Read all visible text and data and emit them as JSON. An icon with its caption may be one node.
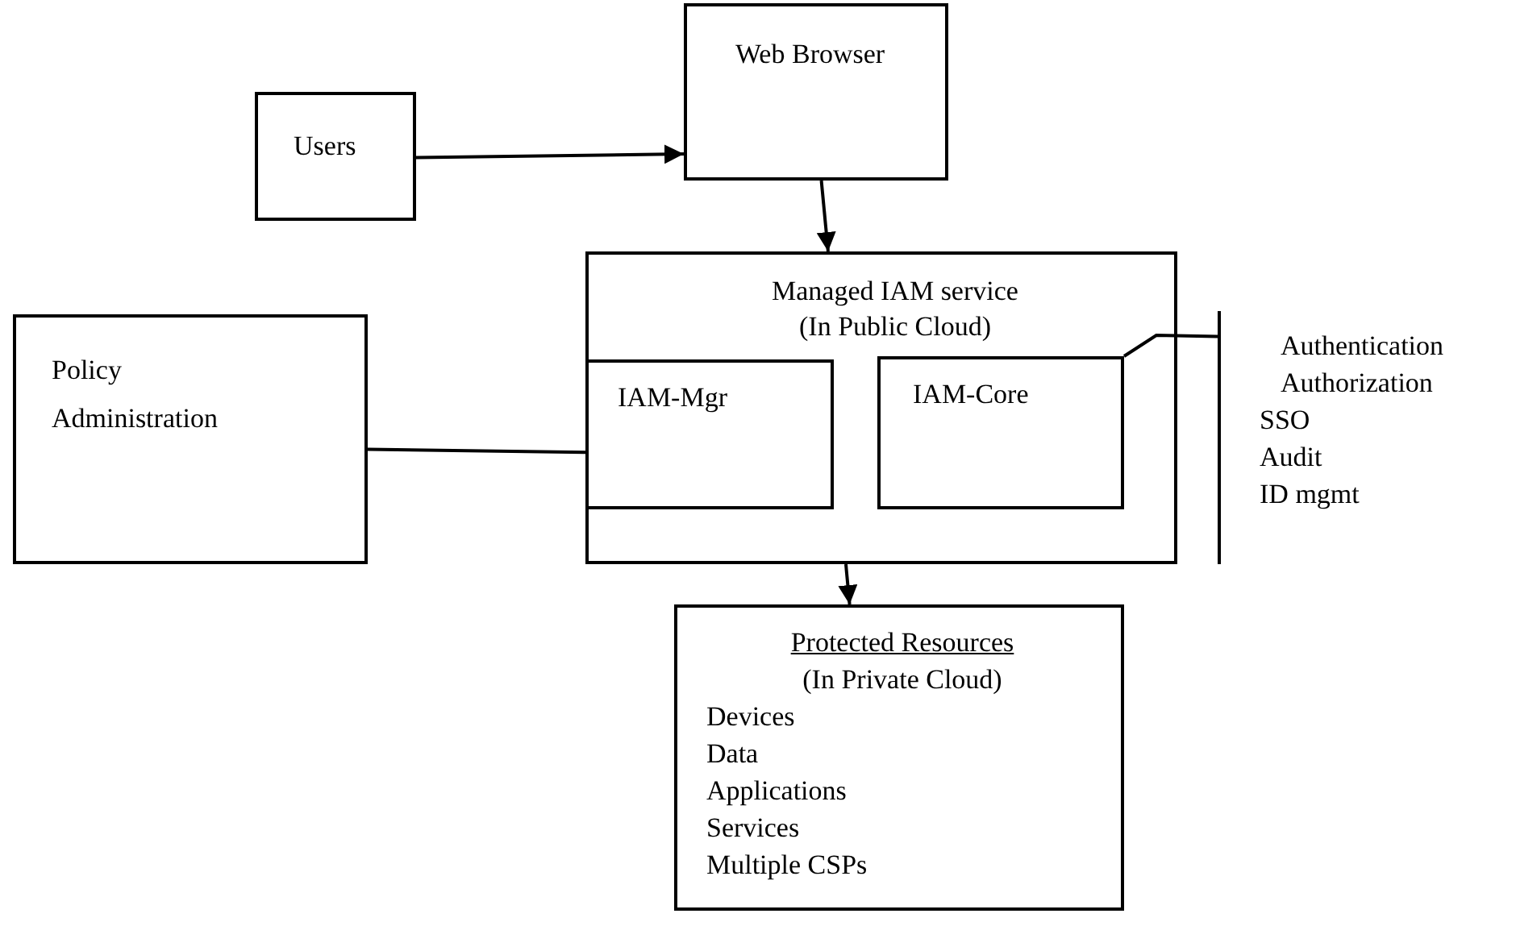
{
  "diagram": {
    "nodes": [
      {
        "text": [
          "Users"
        ]
      },
      {
        "text": [
          "Web Browser"
        ]
      },
      {
        "text": [
          "Managed IAM service (In Public Cloud)"
        ]
      },
      {
        "text": [
          "IAM-Mgr"
        ],
        "in": 2
      },
      {
        "text": [
          "IAM-Core"
        ],
        "in": 2
      },
      {
        "text": [
          "Policy Administration"
        ]
      },
      {
        "text": [
          "Protected Resources",
          "(In Private Cloud)",
          "Devices",
          "Data",
          "Applications",
          "Services",
          "Multiple CSPs"
        ]
      },
      {
        "text": [
          "Authentication",
          "Authorization",
          "SSO",
          "Audit",
          "ID mgmt"
        ]
      }
    ],
    "edges": [
      {
        "from": 0,
        "to": 1,
        "arrow": "to"
      },
      {
        "from": 1,
        "to": 2,
        "arrow": "to"
      },
      {
        "from": 5,
        "to": 3,
        "arrow": "none"
      },
      {
        "from": 4,
        "to": 7,
        "arrow": "none"
      },
      {
        "from": 2,
        "to": 6,
        "arrow": "to"
      }
    ]
  }
}
